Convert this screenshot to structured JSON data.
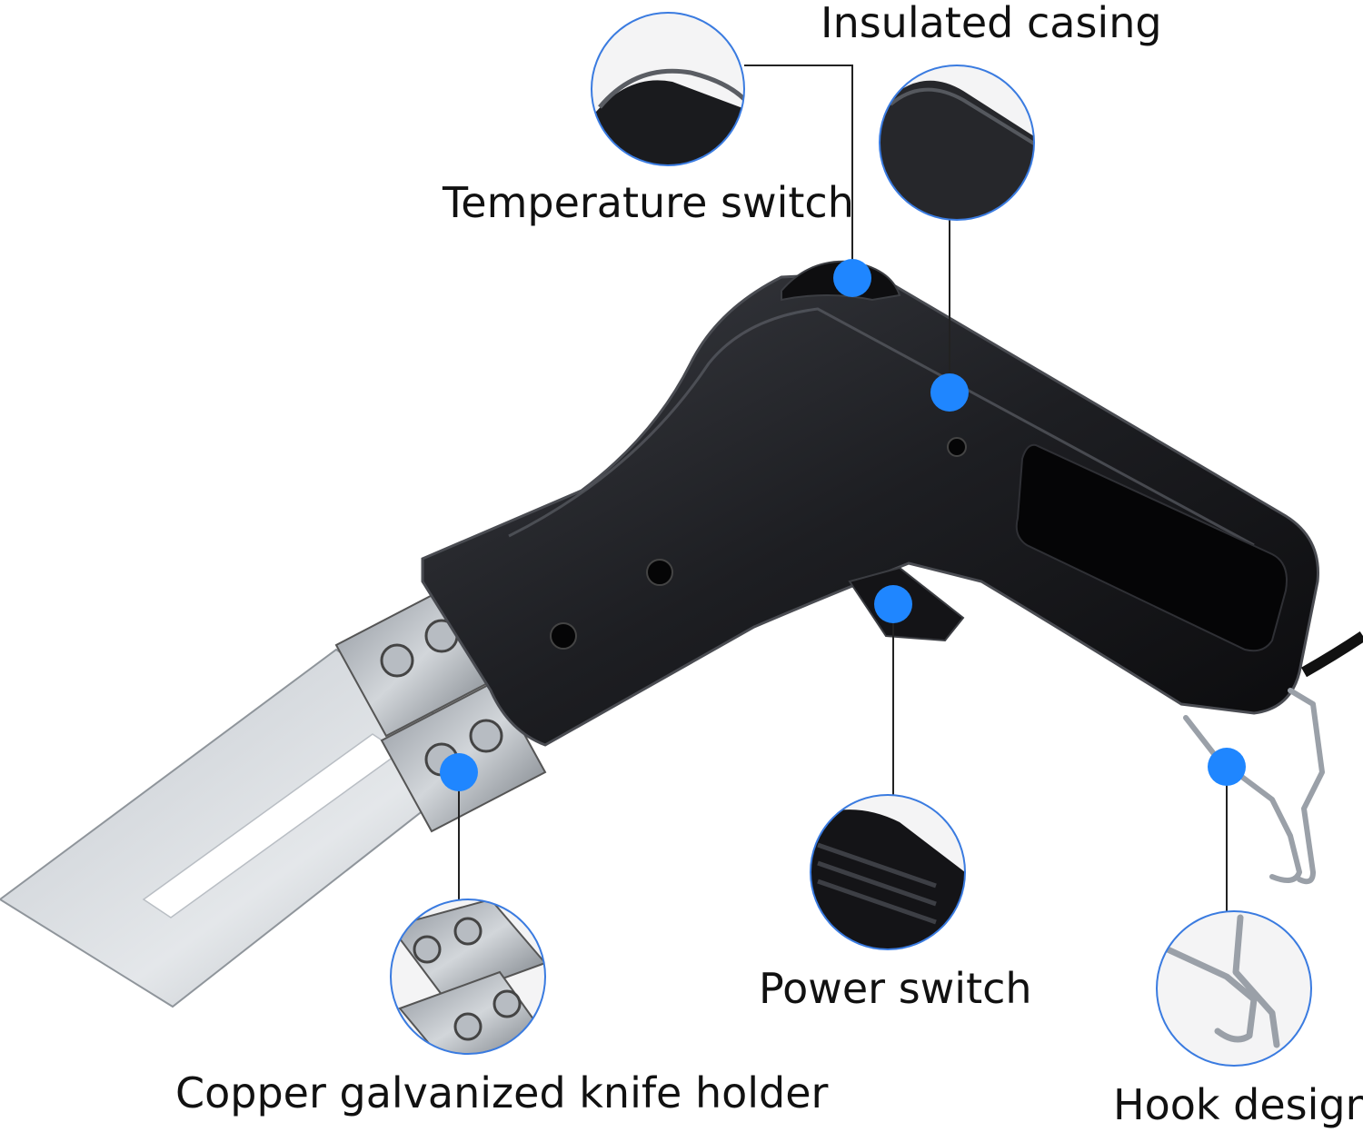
{
  "labels": {
    "insulated_casing": "Insulated casing",
    "temperature_switch": "Temperature switch",
    "power_switch": "Power switch",
    "copper_knife_holder": "Copper galvanized knife holder",
    "hook_design": "Hook design"
  },
  "colors": {
    "marker": "#1f86ff",
    "callout_ring": "#3a7be0",
    "leader_line": "#222222",
    "body": "#1c1d20",
    "body_edge": "#4a4c52",
    "blade": "#d9dde2",
    "metal": "#9aa0a8"
  }
}
